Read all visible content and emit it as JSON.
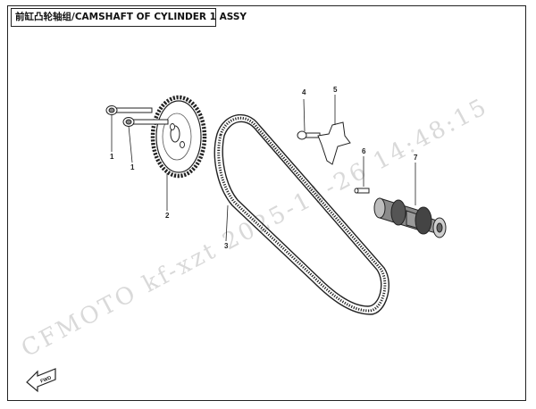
{
  "title": "前缸凸轮轴组/CAMSHAFT OF CYLINDER 1 ASSY",
  "watermark": "CFMOTO  kf-xzt  2025-11-26   14:48:15",
  "fwd_label": "FWD",
  "callouts": [
    {
      "id": "1a",
      "label": "1"
    },
    {
      "id": "1b",
      "label": "1"
    },
    {
      "id": "2",
      "label": "2"
    },
    {
      "id": "3",
      "label": "3"
    },
    {
      "id": "4",
      "label": "4"
    },
    {
      "id": "5",
      "label": "5"
    },
    {
      "id": "6",
      "label": "6"
    },
    {
      "id": "7",
      "label": "7"
    }
  ]
}
